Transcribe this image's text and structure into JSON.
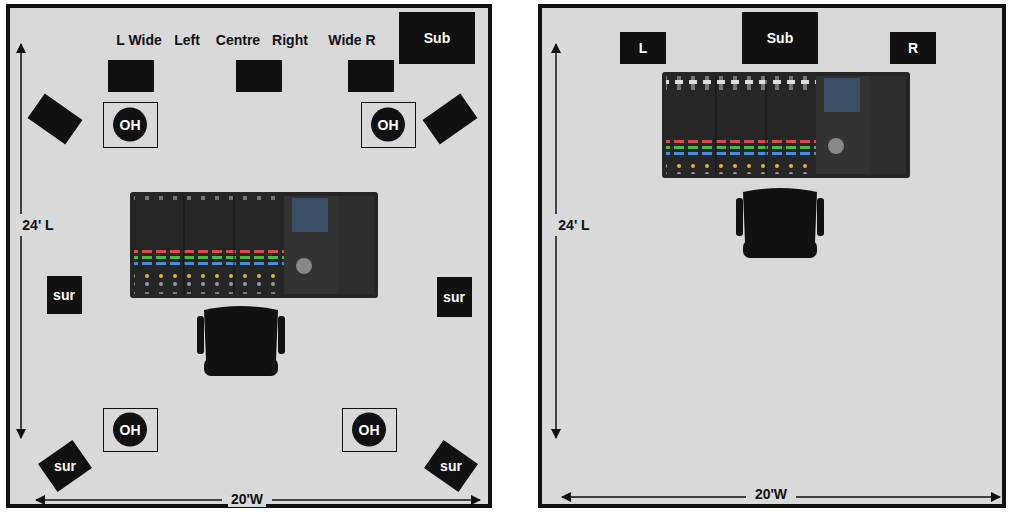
{
  "diagram": {
    "nodes": [
      {
        "text": [
          "Sub"
        ]
      },
      {
        "text": [
          "OH"
        ]
      },
      {
        "text": [
          "OH"
        ]
      },
      {
        "text": [
          "sur"
        ]
      },
      {
        "text": [
          "sur"
        ]
      },
      {
        "text": [
          "OH"
        ]
      },
      {
        "text": [
          "OH"
        ]
      },
      {
        "text": [
          "sur"
        ]
      },
      {
        "text": [
          "sur"
        ]
      },
      {
        "text": [
          "L"
        ]
      },
      {
        "text": [
          "Sub"
        ]
      },
      {
        "text": [
          "R"
        ]
      }
    ],
    "labels": [
      "L Wide",
      "Left",
      "Centre",
      "Right",
      "Wide R",
      "24' L",
      "20'W",
      "24' L",
      "20'W"
    ]
  }
}
